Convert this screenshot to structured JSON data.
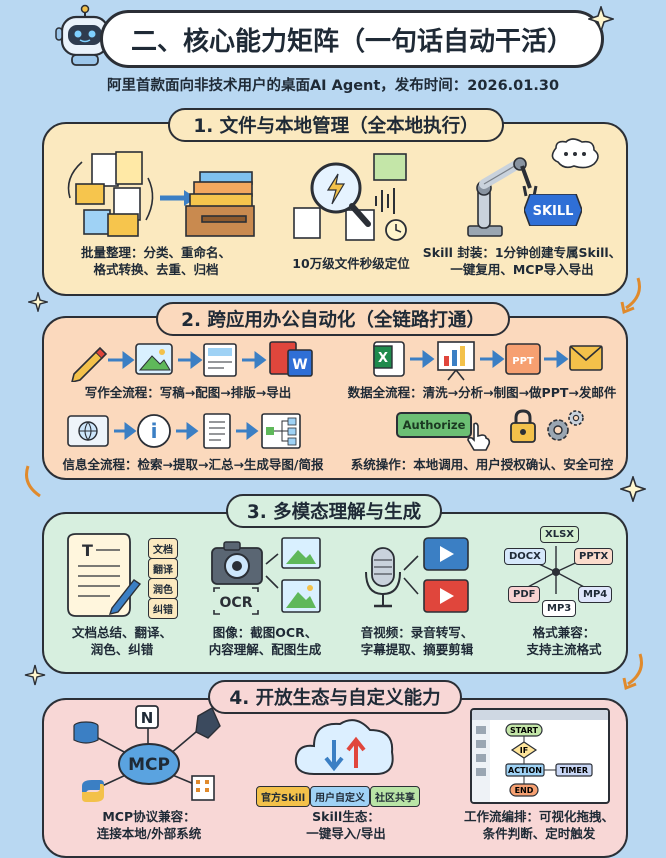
{
  "header": {
    "title": "二、核心能力矩阵（一句话自动干活）",
    "subtitle": "阿里首款面向非技术用户的桌面AI Agent，发布时间：2026.01.30"
  },
  "colors": {
    "background": "#b9d8f2",
    "section1": "#fbe9bf",
    "section2": "#fbd9bd",
    "section3": "#d7efdf",
    "section4": "#f8d7d6",
    "accent_blue": "#3b7fc4",
    "accent_red": "#e0463c"
  },
  "sections": [
    {
      "title": "1. 文件与本地管理（全本地执行）",
      "items": [
        {
          "lines": [
            "批量整理：分类、重命名、",
            "格式转换、去重、归档"
          ]
        },
        {
          "lines": [
            "10万级文件秒级定位"
          ]
        },
        {
          "lines": [
            "Skill 封装：1分钟创建专属Skill、",
            "一键复用、MCP导入导出"
          ]
        }
      ],
      "badge": "SKILL"
    },
    {
      "title": "2. 跨应用办公自动化（全链路打通）",
      "items": [
        {
          "lines": [
            "写作全流程：写稿→配图→排版→导出"
          ]
        },
        {
          "lines": [
            "数据全流程：清洗→分析→制图→做PPT→发邮件"
          ]
        },
        {
          "lines": [
            "信息全流程：检索→提取→汇总→生成导图/简报"
          ]
        },
        {
          "lines": [
            "系统操作：本地调用、用户授权确认、安全可控"
          ]
        }
      ],
      "ppt_label": "PPT",
      "authorize_label": "Authorize"
    },
    {
      "title": "3. 多模态理解与生成",
      "items": [
        {
          "lines": [
            "文档总结、翻译、",
            "润色、纠错"
          ]
        },
        {
          "lines": [
            "图像：截图OCR、",
            "内容理解、配图生成"
          ]
        },
        {
          "lines": [
            "音视频：录音转写、",
            "字幕提取、摘要剪辑"
          ]
        },
        {
          "lines": [
            "格式兼容：",
            "支持主流格式"
          ]
        }
      ],
      "doc_tags": [
        "文档",
        "翻译",
        "润色",
        "纠错"
      ],
      "ocr_label": "OCR",
      "formats": [
        "XLSX",
        "DOCX",
        "PPTX",
        "PDF",
        "MP3",
        "MP4"
      ]
    },
    {
      "title": "4. 开放生态与自定义能力",
      "items": [
        {
          "lines": [
            "MCP协议兼容：",
            "连接本地/外部系统"
          ]
        },
        {
          "lines": [
            "Skill生态：",
            "一键导入/导出"
          ]
        },
        {
          "lines": [
            "工作流编排：可视化拖拽、",
            "条件判断、定时触发"
          ]
        }
      ],
      "mcp_label": "MCP",
      "skill_tags": [
        "官方Skill",
        "用户自定义",
        "社区共享"
      ],
      "flow_labels": [
        "START",
        "IF",
        "ACTION",
        "TIMER",
        "END"
      ],
      "notion_letter": "N"
    }
  ]
}
